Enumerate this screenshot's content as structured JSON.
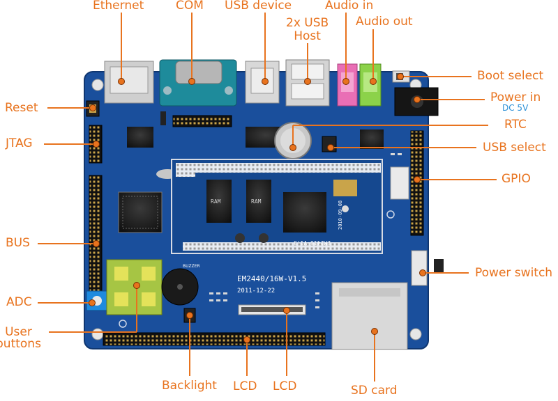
{
  "labels": {
    "ethernet": "Ethernet",
    "com": "COM",
    "usb_device": "USB device",
    "audio_in": "Audio in",
    "usb_host": "2x USB\nHost",
    "audio_out": "Audio out",
    "boot_select": "Boot select",
    "power_in": "Power in",
    "power_in_sub": "DC 5V",
    "rtc": "RTC",
    "usb_select": "USB select",
    "gpio": "GPIO",
    "power_switch": "Power switch",
    "reset": "Reset",
    "jtag": "JTAG",
    "bus": "BUS",
    "adc": "ADC",
    "user_buttons": "User\nbuttons",
    "backlight": "Backlight",
    "lcd_1": "LCD",
    "lcd_2": "LCD",
    "sd_card": "SD card"
  },
  "board_text": {
    "board_name": "EM2440/16W-V1.5",
    "board_date": "2011-12-22",
    "module_name": "EM2416-V1.3",
    "module_date": "2010-09-08",
    "ram1": "RAM",
    "ram2": "RAM",
    "buzzer": "BUZZER"
  },
  "colors": {
    "label": "#e8731e",
    "sublabel": "#2a8fd6",
    "pcb": "#1a4f9c",
    "callout_dot": "#e8731e"
  }
}
